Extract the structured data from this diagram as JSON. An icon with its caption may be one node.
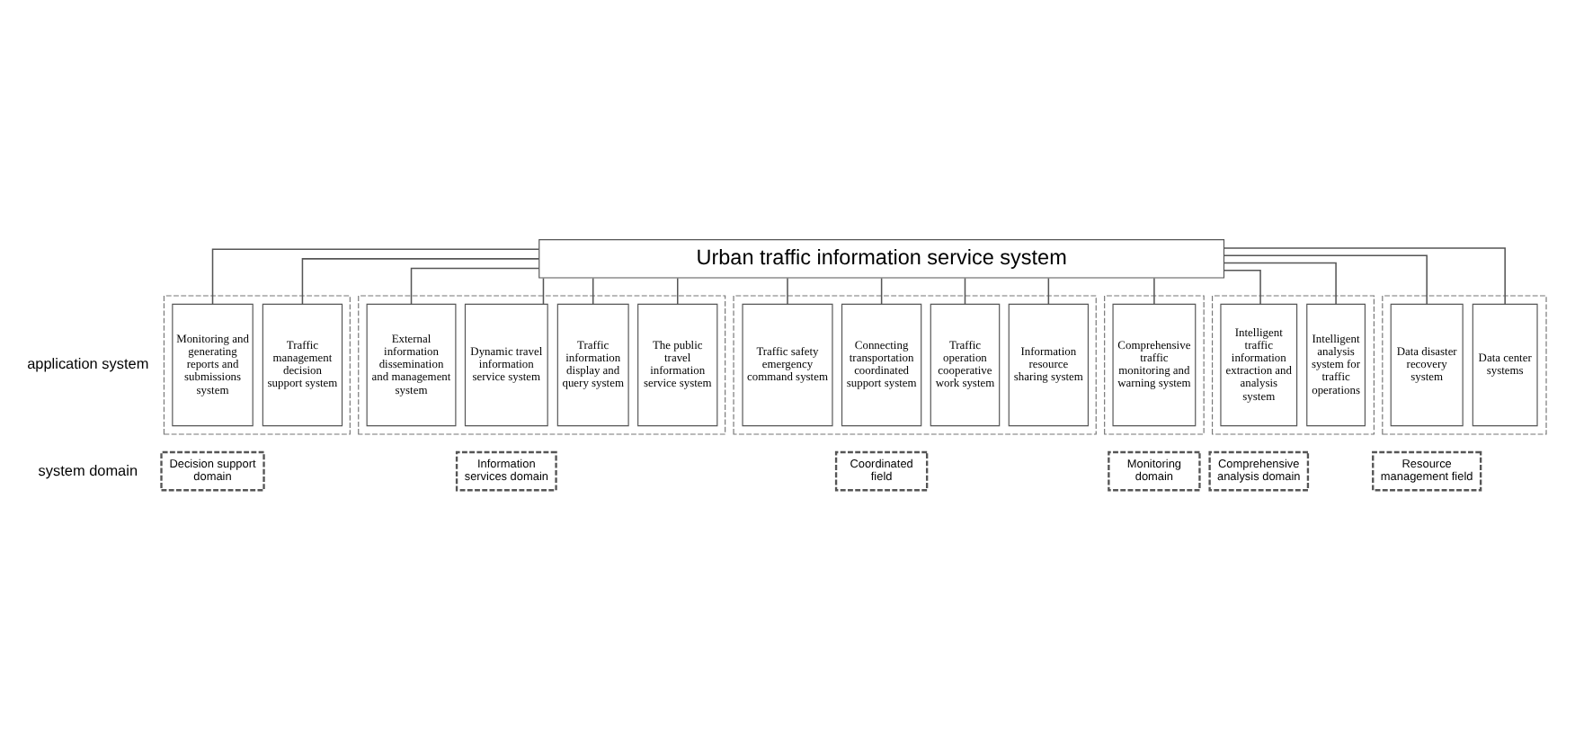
{
  "diagram": {
    "nodes": [
      {
        "text": [
          "Urban traffic information service system"
        ]
      },
      {
        "text": [],
        "shape": "box"
      },
      {
        "text": [
          "Traffic management decision support system"
        ],
        "in": 1
      },
      {
        "text": [
          "Monitoring and generating reports and submissions system"
        ],
        "in": 1
      },
      {
        "text": [],
        "shape": "box"
      },
      {
        "text": [
          "The public travel information service system"
        ],
        "in": 4
      },
      {
        "text": [
          "Traffic information display and query system"
        ],
        "in": 4
      },
      {
        "text": [
          "Dynamic travel information service system"
        ],
        "in": 4
      },
      {
        "text": [
          "External information dissemination and management system"
        ],
        "in": 4
      },
      {
        "text": [],
        "shape": "box"
      },
      {
        "text": [
          "Information resource sharing system"
        ],
        "in": 9
      },
      {
        "text": [
          "Traffic operation cooperative work system"
        ],
        "in": 9
      },
      {
        "text": [
          "Connecting transportation coordinated support system"
        ],
        "in": 9
      },
      {
        "text": [
          "Traffic safety emergency command system"
        ],
        "in": 9
      },
      {
        "text": [],
        "shape": "box"
      },
      {
        "text": [
          "Comprehensive traffic monitoring and warning system"
        ],
        "in": 14
      },
      {
        "text": [],
        "shape": "box"
      },
      {
        "text": [
          "Intelligent analysis system for traffic operations"
        ],
        "in": 16
      },
      {
        "text": [
          "Intelligent traffic information extraction and analysis system"
        ],
        "in": 16
      },
      {
        "text": [],
        "shape": "box"
      },
      {
        "text": [
          "Data center systems"
        ],
        "in": 19
      },
      {
        "text": [
          "Data disaster recovery system"
        ],
        "in": 19
      },
      {
        "text": [
          "Decision support domain"
        ]
      },
      {
        "text": [
          "Information services domain"
        ]
      },
      {
        "text": [
          "Coordinated field"
        ]
      },
      {
        "text": [
          "Monitoring domain"
        ]
      },
      {
        "text": [
          "Comprehensive analysis domain"
        ]
      },
      {
        "text": [
          "Resource management field"
        ]
      }
    ],
    "edges": [
      {
        "from": 0,
        "to": 2,
        "arrow": "none"
      },
      {
        "from": 0,
        "to": 3,
        "arrow": "none"
      },
      {
        "from": 0,
        "to": 5,
        "arrow": "none"
      },
      {
        "from": 0,
        "to": 6,
        "arrow": "none"
      },
      {
        "from": 0,
        "to": 7,
        "arrow": "none"
      },
      {
        "from": 0,
        "to": 8,
        "arrow": "none"
      },
      {
        "from": 0,
        "to": 10,
        "arrow": "none"
      },
      {
        "from": 0,
        "to": 11,
        "arrow": "none"
      },
      {
        "from": 0,
        "to": 12,
        "arrow": "none"
      },
      {
        "from": 0,
        "to": 13,
        "arrow": "none"
      },
      {
        "from": 0,
        "to": 15,
        "arrow": "none"
      },
      {
        "from": 0,
        "to": 17,
        "arrow": "none"
      },
      {
        "from": 0,
        "to": 18,
        "arrow": "none"
      },
      {
        "from": 0,
        "to": 20,
        "arrow": "none"
      },
      {
        "from": 0,
        "to": 21,
        "arrow": "none"
      }
    ],
    "labels": [
      "application system",
      "system domain"
    ]
  }
}
